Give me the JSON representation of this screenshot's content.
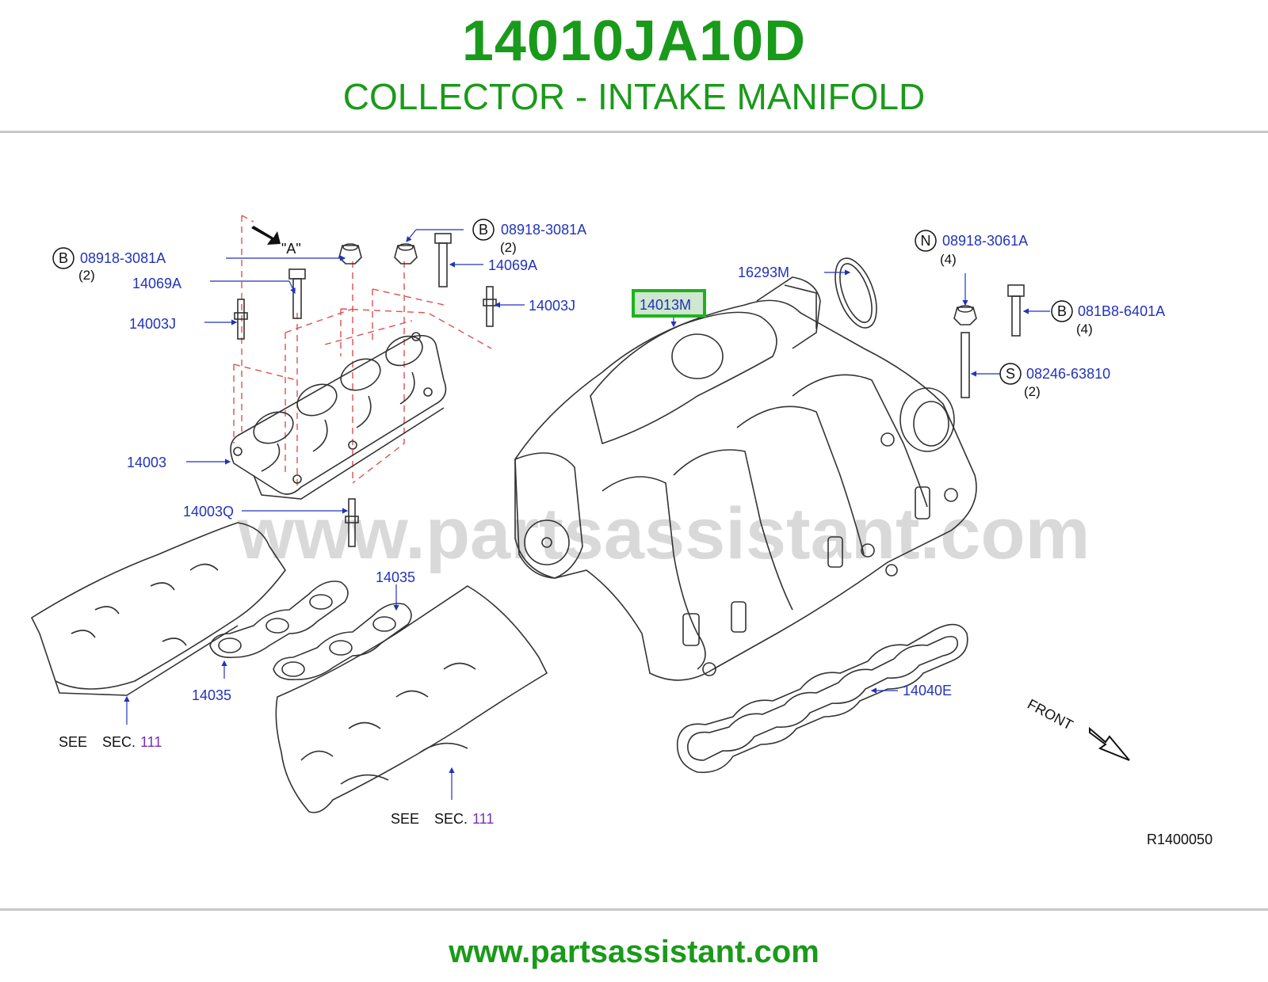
{
  "header": {
    "part_number": "14010JA10D",
    "part_name": "COLLECTOR - INTAKE MANIFOLD"
  },
  "watermark": "www.partsassistant.com",
  "footer": {
    "url": "www.partsassistant.com"
  },
  "colors": {
    "title": "#1a9a1a",
    "label": "#2233bb",
    "section_link": "#7a2fb8",
    "highlight": "#1fb21f"
  },
  "diagram": {
    "code": "R1400050",
    "view_arrow_label": "\"A\"",
    "front_label": "FRONT",
    "callouts": {
      "b_left_code": "B",
      "b_left_part": "08918-3081A",
      "b_left_qty": "(2)",
      "b_top_code": "B",
      "b_top_part": "08918-3081A",
      "b_top_qty": "(2)",
      "stud_14069a_left": "14069A",
      "stud_14069a_right": "14069A",
      "stud_14003j_left": "14003J",
      "stud_14003j_right": "14003J",
      "adapter_14003": "14003",
      "stud_14003q": "14003Q",
      "gasket_14035_top": "14035",
      "gasket_14035_bottom": "14035",
      "collector_14013m": "14013M",
      "gasket_16293m": "16293M",
      "n_code": "N",
      "n_part": "08918-3061A",
      "n_qty": "(4)",
      "b_right_code": "B",
      "b_right_part": "081B8-6401A",
      "b_right_qty": "(4)",
      "s_code": "S",
      "s_part": "08246-63810",
      "s_qty": "(2)",
      "gasket_14040e": "14040E"
    },
    "see_refs": [
      {
        "see": "SEE",
        "sec": "SEC.",
        "num": "111"
      },
      {
        "see": "SEE",
        "sec": "SEC.",
        "num": "111"
      }
    ]
  }
}
